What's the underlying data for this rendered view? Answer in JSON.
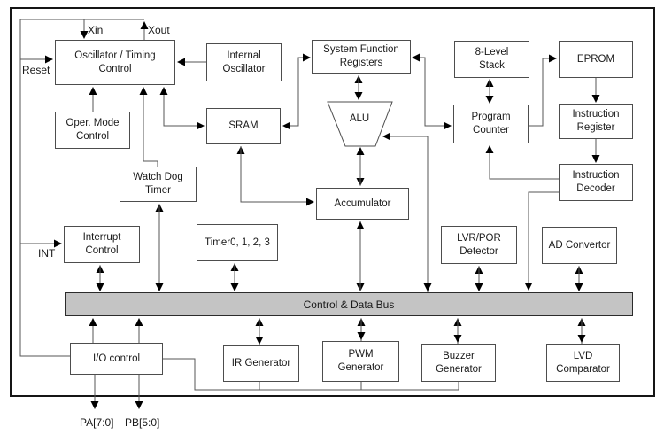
{
  "blocks": {
    "osc_timing": {
      "label": "Oscillator / Timing\nControl"
    },
    "internal_osc": {
      "label": "Internal\nOscillator"
    },
    "sys_func_reg": {
      "label": "System Function\nRegisters"
    },
    "stack": {
      "label": "8-Level\nStack"
    },
    "eprom": {
      "label": "EPROM"
    },
    "oper_mode": {
      "label": "Oper. Mode\nControl"
    },
    "sram": {
      "label": "SRAM"
    },
    "alu": {
      "label": "ALU"
    },
    "program_counter": {
      "label": "Program\nCounter"
    },
    "instruction_register": {
      "label": "Instruction\nRegister"
    },
    "watchdog": {
      "label": "Watch Dog\nTimer"
    },
    "accumulator": {
      "label": "Accumulator"
    },
    "instruction_decoder": {
      "label": "Instruction\nDecoder"
    },
    "interrupt_control": {
      "label": "Interrupt\nControl"
    },
    "timers": {
      "label": "Timer0, 1, 2, 3"
    },
    "lvr_por": {
      "label": "LVR/POR\nDetector"
    },
    "ad_convertor": {
      "label": "AD Convertor"
    },
    "io_control": {
      "label": "I/O control"
    },
    "ir_generator": {
      "label": "IR Generator"
    },
    "pwm_generator": {
      "label": "PWM\nGenerator"
    },
    "buzzer_generator": {
      "label": "Buzzer\nGenerator"
    },
    "lvd_comparator": {
      "label": "LVD\nComparator"
    }
  },
  "bus": {
    "label": "Control & Data Bus",
    "fill": "#c4c4c4"
  },
  "pins": {
    "xin": "Xin",
    "xout": "Xout",
    "reset": "Reset",
    "int": "INT",
    "pa": "PA[7:0]",
    "pb": "PB[5:0]"
  },
  "colors": {
    "line": "#555555",
    "arrowhead": "#000000",
    "box_border": "#4d4d4d"
  }
}
